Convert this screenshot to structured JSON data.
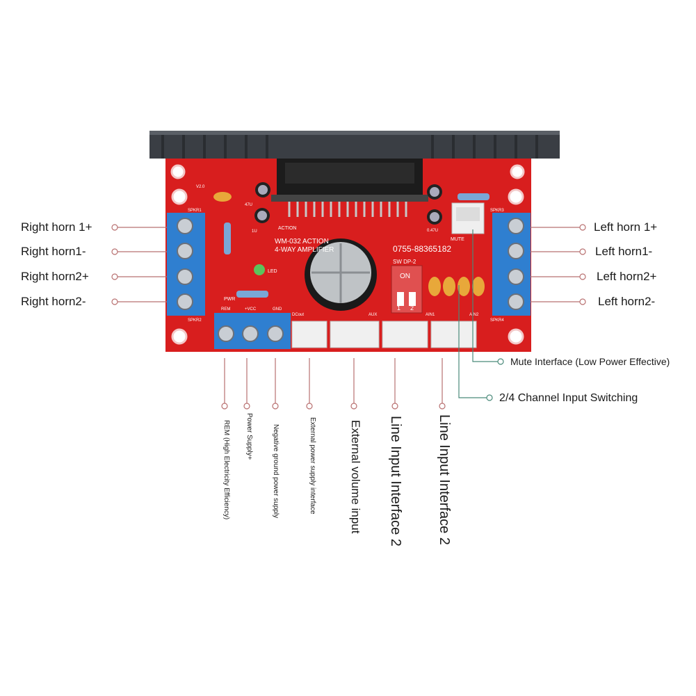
{
  "left_labels": [
    {
      "text": "Right horn 1+"
    },
    {
      "text": "Right horn1-"
    },
    {
      "text": "Right horn2+"
    },
    {
      "text": "Right horn2-"
    }
  ],
  "right_labels": [
    {
      "text": "Left horn 1+"
    },
    {
      "text": "Left horn1-"
    },
    {
      "text": "Left horn2+"
    },
    {
      "text": "Left horn2-"
    }
  ],
  "side_labels": [
    {
      "text": "Mute Interface (Low Power Effective)"
    },
    {
      "text": "2/4 Channel Input Switching"
    }
  ],
  "bottom_labels": [
    {
      "text": "REM (High Electricity Efficiency)"
    },
    {
      "text": "Power Supply+"
    },
    {
      "text": "Negative ground power supply"
    },
    {
      "text": "External power supply interface"
    },
    {
      "text": "External volume input"
    },
    {
      "text": "Line Input Interface 2"
    },
    {
      "text": "Line Input Interface 2"
    }
  ],
  "board": {
    "model_line1": "WM-032 ACTION",
    "model_line2": "4-WAY AMPLIFIER",
    "phone": "0755-88365182",
    "switch_label": "SW DP-2",
    "switch_on": "ON",
    "switch_1": "1",
    "switch_2": "2",
    "mute": "MUTE",
    "action": "ACTION",
    "led": "LED",
    "pwr": "PWR",
    "rem": "REM",
    "vcc": "+VCC",
    "gnd": "GND",
    "spkr1": "SPKR1",
    "spkr2": "SPKR2",
    "spkr3": "SPKR3",
    "spkr4": "SPKR4",
    "dcout": "DCout",
    "aux": "AUX",
    "ain1": "AIN1",
    "ain2": "AIN2",
    "v20": "V2.0",
    "cap1": "47U",
    "cap2": "1U",
    "cap3": "0.47U"
  },
  "colors": {
    "pcb": "#d81e1e",
    "terminal": "#2f7fd0",
    "heatsink": "#3a3e44",
    "leader": "#b87070",
    "leader_green": "#4a8a7a"
  }
}
